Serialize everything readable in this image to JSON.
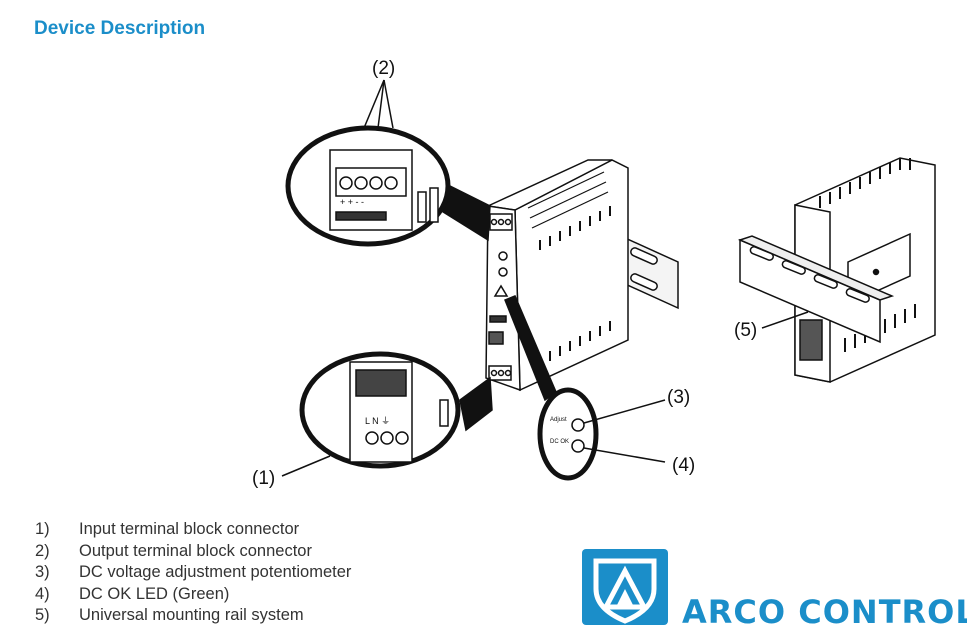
{
  "header": {
    "title": "Device Description"
  },
  "callouts": [
    "(1)",
    "(2)",
    "(3)",
    "(4)",
    "(5)"
  ],
  "legend": [
    {
      "num": "1)",
      "text": "Input terminal block connector"
    },
    {
      "num": "2)",
      "text": "Output terminal block connector"
    },
    {
      "num": "3)",
      "text": "DC voltage adjustment potentiometer"
    },
    {
      "num": "4)",
      "text": "DC OK LED (Green)"
    },
    {
      "num": "5)",
      "text": "Universal mounting rail system"
    }
  ],
  "device_labels": {
    "terminal_pins_out": "+  +  -  -",
    "terminal_pins_in": "L  N  ⏚",
    "adjust_label": "Adjust",
    "dcok_label": "DC OK"
  },
  "brand": {
    "name": "ARCO CONTROL",
    "color": "#1b8ec9"
  }
}
